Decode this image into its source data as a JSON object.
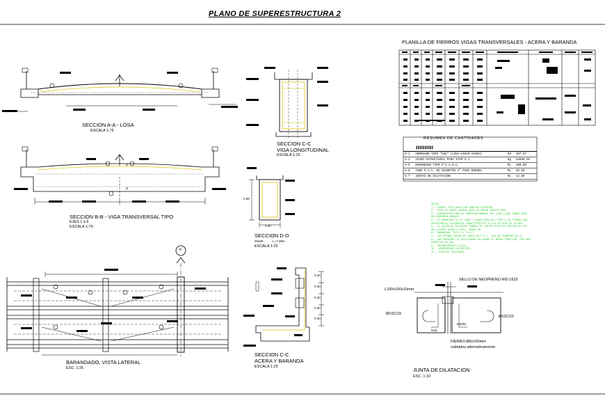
{
  "title": "PLANO DE SUPERESTRUCTURA 2",
  "sections": {
    "aa": {
      "title": "SECCION A-A - LOSA",
      "scale": "ESCALA 1:75"
    },
    "bb": {
      "title": "SECCION B-B - VIGA TRANSVERSAL TIPO",
      "sub": "EJES 1 a 6",
      "scale": "ESCALA 1:75",
      "mark": "D"
    },
    "cc1": {
      "title": "SECCION C-C",
      "sub": "VIGA LONGITUDINAL",
      "scale": "ESCALA 1:25"
    },
    "dd": {
      "title": "SECCION D-D",
      "dims": "30x58",
      "length": "L=7.39m.",
      "scale": "ESCALA 1:25",
      "height": "0.58",
      "width": "0.30"
    },
    "cc2": {
      "title": "SECCION C-C",
      "sub": "ACERA Y BARANDA",
      "scale": "ESCALA 1:25",
      "dims": [
        "0.20",
        "0.20",
        "0.20",
        "0.20",
        "0.20"
      ]
    },
    "barandado": {
      "title": "BARANDADO, VISTA LATERAL",
      "scale": "ESC. 1:25",
      "axis": "6"
    },
    "junta": {
      "title": "JUNTA DE DILATACION",
      "scale": "ESC. 1:10",
      "labels": {
        "sello": "SELLO DE NEOPRENO WD-1625",
        "angle": "L100x100x10mm",
        "bar_left": "Ø10C/15",
        "bar_right": "Ø10C/15",
        "fierro": "FIERRO Ø6x100mm",
        "soldados": "soldados alternativamente",
        "losa": "losa",
        "estribo": "estribo"
      }
    }
  },
  "planilla": {
    "title": "PLANILLA DE FIERROS VIGAS TRANSVERSALES - ACERA Y BARANDA"
  },
  "resumen": {
    "title": "RESUMEN DE CANTIDADES",
    "rows": [
      {
        "code": "S-1",
        "desc": "HORMIGON TIPO \"H25\" (LOSA-VIGAS-ACERA)",
        "unit": "M3",
        "qty": "107.67"
      },
      {
        "code": "S-2",
        "desc": "ACERO ESTRUCTURAL PARA ITEM S-1",
        "unit": "Kg",
        "qty": "34999.95"
      },
      {
        "code": "S-5",
        "desc": "BARANDADO TIPO P-3 S.N.C.",
        "unit": "ML",
        "qty": "100.00"
      },
      {
        "code": "S-6",
        "desc": "TUBO P.V.C. DE DIAMETRO 4\" PARA DRENES",
        "unit": "ML",
        "qty": "20.50"
      },
      {
        "code": "S-7",
        "desc": "JUNTAS DE DILATACION",
        "unit": "ML",
        "qty": "14.60"
      }
    ]
  },
  "notes": [
    "NOTAS",
    "1.- PUENTE TIPO ARCO CON TABLERO SUPERIOR.",
    "2.- TIPO DE CARGA CAMION HS20-44 SEGUN AASHTO 2002.",
    "3.- SUPERESTRUCTURA DE HORMIGON ARMADO CON LOSA LLENA SOBRE ARCO",
    "    DE HORMIGON ARMADO.",
    "4.- EL HORMIGON DE LA LOSA Y VIGAS SERA DEL TIPO H-25 TENDRA UNA",
    "    RESISTENCIA CILINDRICA CARACTERISTICA A LOS 28 DIAS DE 25 MPA.",
    "5.- EL ACERO DE REFUERZO TENDRA UN LIMITE  ELASTICO MINIMO  DE 420",
    "    MPa (ACERO ACERO A-420), GRADO 60.",
    "6.- BARANDADO TIPO P-3 S.N.C.",
    "7.- LOS DRENES SERAN DE TUBOS DE P.V.C. CON UN DIAMETRO DE 4\".",
    "8.- LOS EMPALMES SE REALIZARAN EN ZONAS DE MENOR TRACCION, CON UNA",
    "    LONGITUD DE 50d.",
    "9.- RECUBRIMIENTO 2,5cm.",
    "10.- DIMENSIONES EN METROS.",
    "11.- ESCALAS INDICADAS."
  ]
}
